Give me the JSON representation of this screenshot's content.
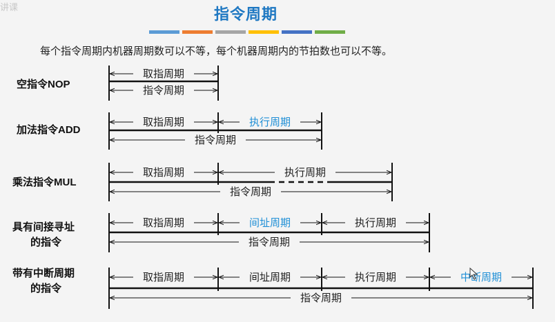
{
  "watermark": "讲课",
  "title": "指令周期",
  "subtitle": "每个指令周期内机器周期数可以不等，每个机器周期内的节拍数也可以不等。",
  "color_bar": [
    "#5b9bd5",
    "#ed7d31",
    "#a5a5a5",
    "#ffc000",
    "#4472c4",
    "#70ad47"
  ],
  "rows": [
    {
      "label_cn": "空指令",
      "label_en": "NOP",
      "label_line2": "",
      "segments": [
        {
          "text": "取指周期",
          "highlight": false
        }
      ],
      "total": "指令周期"
    },
    {
      "label_cn": "加法指令",
      "label_en": "ADD",
      "label_line2": "",
      "segments": [
        {
          "text": "取指周期",
          "highlight": false
        },
        {
          "text": "执行周期",
          "highlight": true
        }
      ],
      "total": "指令周期"
    },
    {
      "label_cn": "乘法指令",
      "label_en": "MUL",
      "label_line2": "",
      "segments": [
        {
          "text": "取指周期",
          "highlight": false
        },
        {
          "text": "执行周期",
          "highlight": false
        }
      ],
      "total": "指令周期"
    },
    {
      "label_cn": "具有间接寻址",
      "label_en": "",
      "label_line2": "的指令",
      "segments": [
        {
          "text": "取指周期",
          "highlight": false
        },
        {
          "text": "间址周期",
          "highlight": true
        },
        {
          "text": "执行周期",
          "highlight": false
        }
      ],
      "total": "指令周期"
    },
    {
      "label_cn": "带有中断周期",
      "label_en": "",
      "label_line2": "的指令",
      "segments": [
        {
          "text": "取指周期",
          "highlight": false
        },
        {
          "text": "间址周期",
          "highlight": false
        },
        {
          "text": "执行周期",
          "highlight": false
        },
        {
          "text": "中断周期",
          "highlight": true
        }
      ],
      "total": "指令周期"
    }
  ]
}
